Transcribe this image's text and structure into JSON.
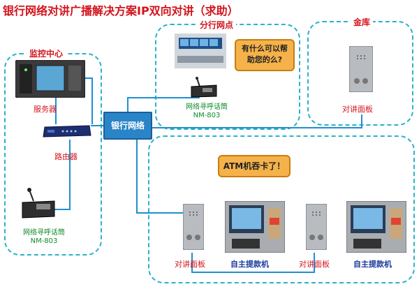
{
  "title": "银行网络对讲广播解决方案IP双向对讲（求助）",
  "network_label": "银行网络",
  "zones": {
    "monitor_center": "监控中心",
    "branch": "分行网点",
    "vault": "金库"
  },
  "devices": {
    "server": "服务器",
    "router": "路由器",
    "mic_name": "网络寻呼话筒",
    "mic_model": "NM-803",
    "panel": "对讲面板",
    "atm": "自主提款机"
  },
  "bubbles": {
    "help": "有什么可以帮助您的么?",
    "atm_card": "ATM机吞卡了！"
  },
  "colors": {
    "title": "#d3141c",
    "zone_border": "#2ab3c9",
    "link": "#1f8fd0",
    "bubble": "#f6b24a"
  }
}
